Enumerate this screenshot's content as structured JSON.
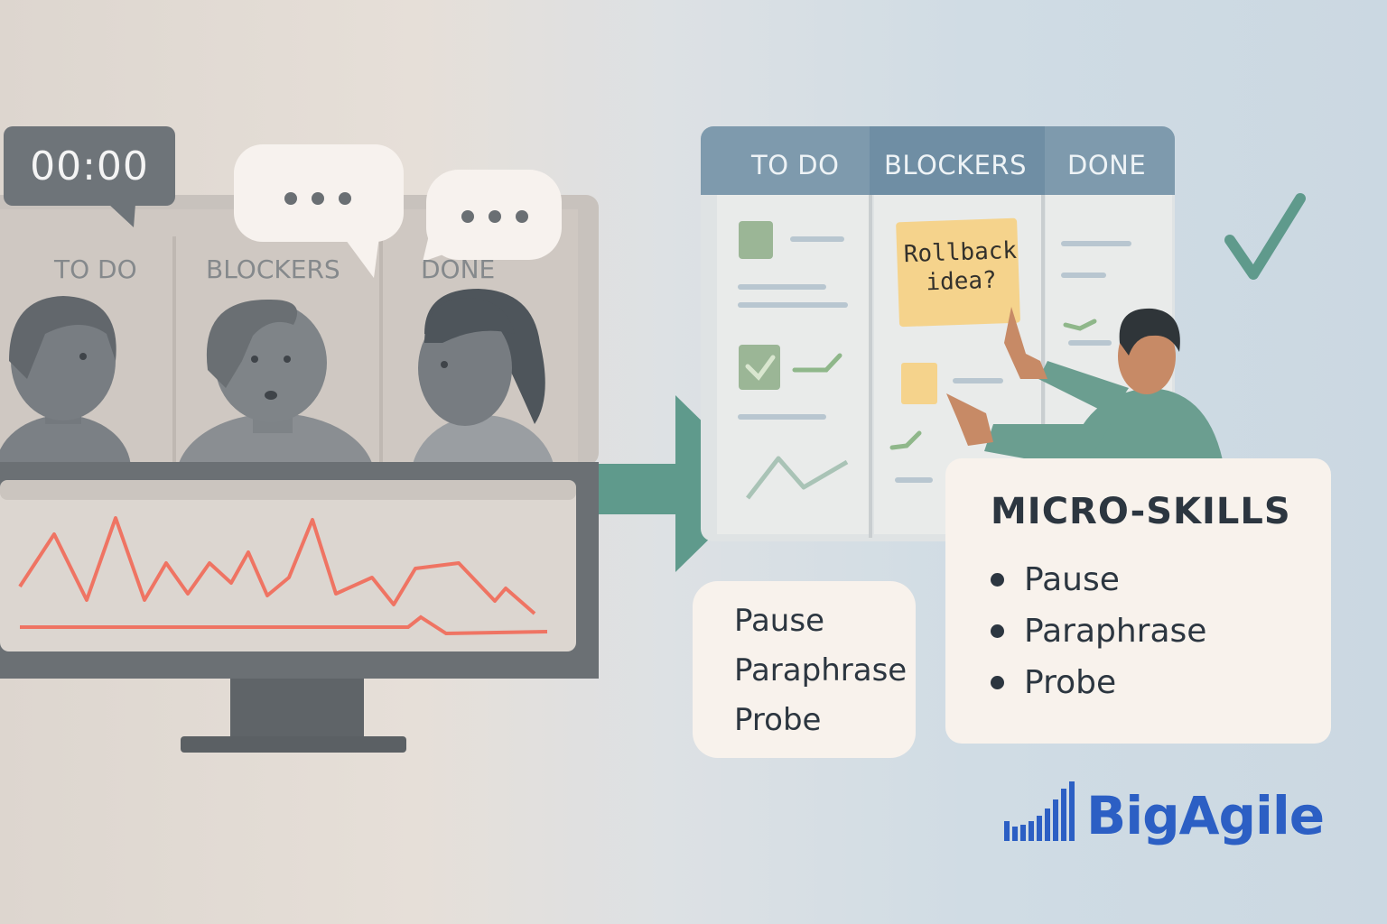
{
  "left_panel": {
    "timer": "00:00",
    "columns": [
      "TO DO",
      "BLOCKERS",
      "DONE"
    ],
    "speech_bubble": "•••"
  },
  "right_board": {
    "columns": [
      "TO DO",
      "BLOCKERS",
      "DONE"
    ],
    "sticky_note_lines": [
      "Rollback",
      "idea?"
    ]
  },
  "small_card": {
    "lines": [
      "Pause",
      "Paraphrase",
      "Probe"
    ]
  },
  "micro_skills": {
    "title": "MICRO-SKILLS",
    "items": [
      "Pause",
      "Paraphrase",
      "Probe"
    ]
  },
  "logo": {
    "text": "BigAgile"
  },
  "colors": {
    "accent_teal": "#5f9a8c",
    "brand_blue": "#2c5fc4",
    "alert_red": "#ef7463",
    "sticky_yellow": "#f5d38c"
  },
  "icons": [
    "check-icon",
    "arrow-right-icon",
    "speech-bubble-icon",
    "bar-chart-logo-icon"
  ]
}
